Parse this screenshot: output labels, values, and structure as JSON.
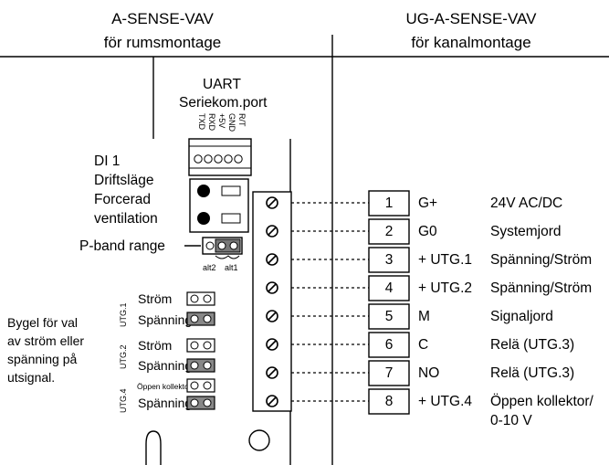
{
  "header": {
    "left_title": "A-SENSE-VAV",
    "left_subtitle": "för rumsmontage",
    "right_title": "UG-A-SENSE-VAV",
    "right_subtitle": "för kanalmontage"
  },
  "uart": {
    "title": "UART",
    "subtitle": "Seriekom.port",
    "pins": [
      "TXD",
      "RXD",
      "+5V",
      "GND",
      "R/T"
    ]
  },
  "di1": {
    "lines": [
      "DI 1",
      "Driftsläge",
      "Forcerad",
      "ventilation"
    ]
  },
  "pband": {
    "label": "P-band range",
    "alt2": "alt2",
    "alt1": "alt1"
  },
  "jumper_note": {
    "lines": [
      "Bygel för val",
      "av ström eller",
      "spänning på",
      "utsignal."
    ]
  },
  "jumpers": [
    {
      "group": "UTG.1",
      "top": "Ström",
      "bottom": "Spänning"
    },
    {
      "group": "UTG.2",
      "top": "Ström",
      "bottom": "Spänning"
    },
    {
      "group": "UTG.4",
      "top": "Öppen kollektor",
      "bottom": "Spänning"
    }
  ],
  "terminals": [
    {
      "num": "1",
      "signal": "G+",
      "desc": "24V AC/DC"
    },
    {
      "num": "2",
      "signal": "G0",
      "desc": "Systemjord"
    },
    {
      "num": "3",
      "signal": "+ UTG.1",
      "desc": "Spänning/Ström"
    },
    {
      "num": "4",
      "signal": "+ UTG.2",
      "desc": "Spänning/Ström"
    },
    {
      "num": "5",
      "signal": "M",
      "desc": "Signaljord"
    },
    {
      "num": "6",
      "signal": "C",
      "desc": "Relä (UTG.3)"
    },
    {
      "num": "7",
      "signal": "NO",
      "desc": "Relä (UTG.3)"
    },
    {
      "num": "8",
      "signal": "+ UTG.4",
      "desc": "Öppen kollektor/",
      "desc2": "0-10 V"
    }
  ]
}
